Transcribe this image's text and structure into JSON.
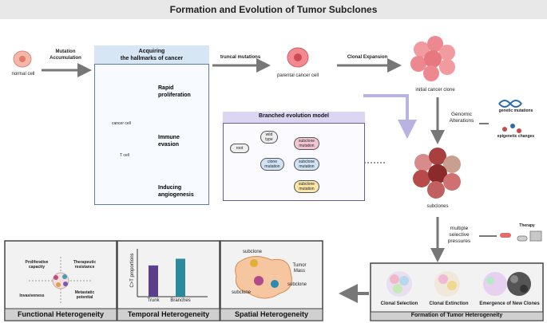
{
  "title": "Formation and Evolution of Tumor Subclones",
  "top_flow": {
    "normal_cell": "normal cell",
    "mutation_accumulation": "Mutation\nAccumulation",
    "truncal_mutations": "truncal mutations",
    "parental_cancer_cell": "parental cancer cell",
    "clonal_expansion": "Clonal Expansion",
    "initial_cancer_clone": "initial cancer clone"
  },
  "hallmarks": {
    "title": "Acquiring\nthe hallmarks of cancer",
    "items": [
      {
        "label": "Rapid\nproliferation"
      },
      {
        "label": "Immune\nevasion"
      },
      {
        "label": "Inducing\nangiogenesis"
      }
    ],
    "cancer_cell_label": "cancer cell",
    "t_cell_label": "T cell"
  },
  "branched_model": {
    "title": "Branched evolution model",
    "root": "root",
    "wild_type": "wild\ntype",
    "clone_mutation": "clone\nmutation",
    "subclone_mutation": "subclone\nmutation",
    "colors": {
      "pink": "#f3c6d3",
      "blue": "#cfe3f5",
      "green": "#d6efc7",
      "yellow": "#fbe6a8",
      "purple": "#d9cdf0"
    }
  },
  "right_flow": {
    "genomic_alterations": "Genomic\nAlterations",
    "genetic_mutations": "genetic mutations",
    "epigenetic_changes": "epigenetic changes",
    "subclones": "subclones",
    "multiple_selective_pressures": "multiple\nselective\npressures",
    "therapy": "Therapy"
  },
  "panels": {
    "functional": {
      "title": "Functional Heterogeneity",
      "proliferative_capacity": "Proliferative\ncapacity",
      "therapeutic_resistance": "Therapeutic\nresistance",
      "invasiveness": "Invasiveness",
      "metastatic_potential": "Metastatic\npotential"
    },
    "temporal": {
      "title": "Temporal Heterogeneity",
      "ylabel": "C>T proportions"
    },
    "spatial": {
      "title": "Spatial Heterogeneity",
      "subclone_label": "subclone",
      "tumor_mass": "Tumor\nMass"
    },
    "formation": {
      "title": "Formation of Tumor Heterogeneity",
      "items": [
        "Clonal Selection",
        "Clonal Extinction",
        "Emergence of New Clones"
      ]
    }
  },
  "chart_data": {
    "type": "bar",
    "categories": [
      "Trunk",
      "Branches"
    ],
    "values": [
      0.7,
      0.85
    ],
    "ylabel": "C>T proportions",
    "colors": [
      "#5b3f8c",
      "#2d8a9a"
    ]
  }
}
